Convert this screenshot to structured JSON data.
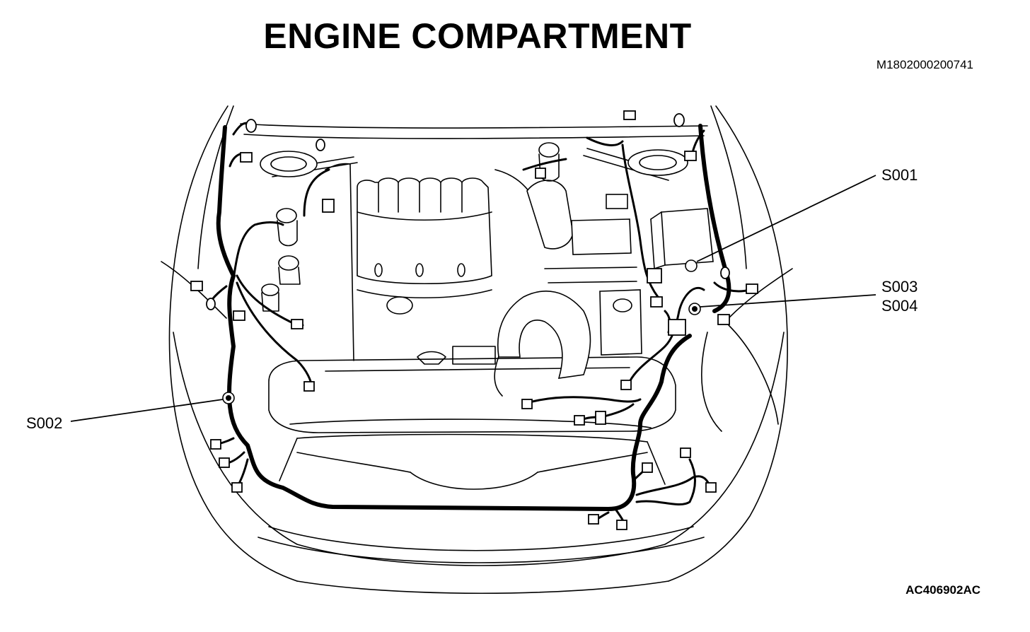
{
  "title": "ENGINE COMPARTMENT",
  "document_id": "M1802000200741",
  "figure_id": "AC406902AC",
  "callouts": {
    "s001": "S001",
    "s002": "S002",
    "s003": "S003",
    "s004": "S004"
  }
}
